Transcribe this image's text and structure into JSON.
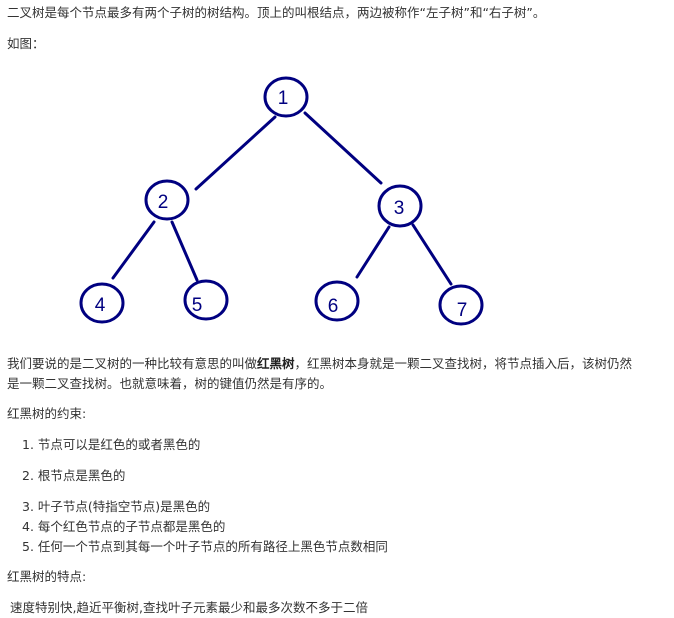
{
  "intro": "二叉树是每个节点最多有两个子树的树结构。顶上的叫根结点，两边被称作“左子树”和“右子树”。",
  "figure_label": "如图：",
  "tree": {
    "color": "#000080",
    "nodes": [
      "1",
      "2",
      "3",
      "4",
      "5",
      "6",
      "7"
    ]
  },
  "rbt_paragraph": {
    "part1": "我们要说的是二叉树的一种比较有意思的叫做",
    "bold": "红黑树",
    "part2": "，红黑树本身就是一颗二叉查找树，将节点插入后，该树仍然",
    "line2": "是一颗二叉查找树。也就意味着，树的键值仍然是有序的。"
  },
  "constraints_heading": "红黑树的约束:",
  "constraints": [
    "1. 节点可以是红色的或者黑色的",
    "2. 根节点是黑色的",
    "3. 叶子节点(特指空节点)是黑色的",
    "4. 每个红色节点的子节点都是黑色的",
    "5. 任何一个节点到其每一个叶子节点的所有路径上黑色节点数相同"
  ],
  "features_heading": "红黑树的特点:",
  "features_text": "速度特别快,趋近平衡树,查找叶子元素最少和最多次数不多于二倍"
}
